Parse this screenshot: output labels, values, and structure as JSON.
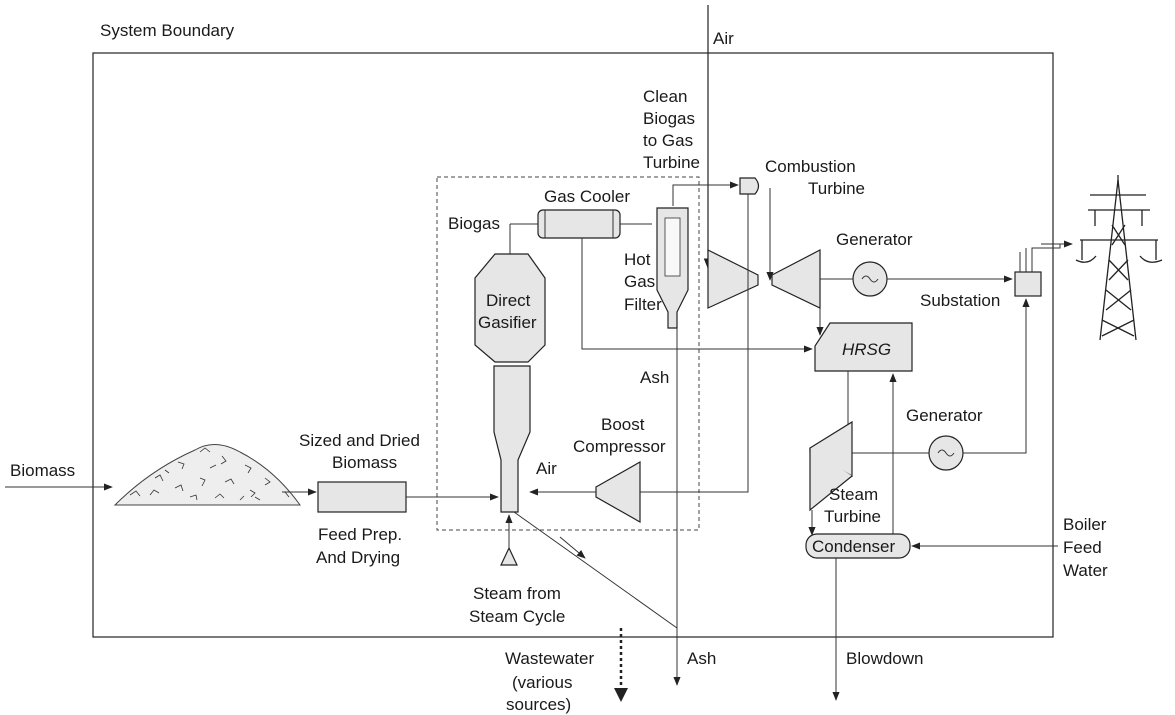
{
  "labels": {
    "system_boundary": "System Boundary",
    "air_top": "Air",
    "clean_biogas_1": "Clean",
    "clean_biogas_2": "Biogas",
    "clean_biogas_3": "to Gas",
    "clean_biogas_4": "Turbine",
    "combustion_turbine_1": "Combustion",
    "combustion_turbine_2": "Turbine",
    "gas_cooler": "Gas Cooler",
    "biogas": "Biogas",
    "hot_gas_filter_1": "Hot",
    "hot_gas_filter_2": "Gas",
    "hot_gas_filter_3": "Filter",
    "direct_gasifier_1": "Direct",
    "direct_gasifier_2": "Gasifier",
    "generator_top": "Generator",
    "substation": "Substation",
    "hrsg": "HRSG",
    "ash_mid": "Ash",
    "boost_compressor_1": "Boost",
    "boost_compressor_2": "Compressor",
    "generator_bottom": "Generator",
    "sized_dried_1": "Sized and Dried",
    "sized_dried_2": "Biomass",
    "biomass": "Biomass",
    "air_gasifier": "Air",
    "feed_prep_1": "Feed Prep.",
    "feed_prep_2": "And Drying",
    "steam_turbine_1": "Steam",
    "steam_turbine_2": "Turbine",
    "condenser": "Condenser",
    "boiler_feed_1": "Boiler",
    "boiler_feed_2": "Feed",
    "boiler_feed_3": "Water",
    "steam_cycle_1": "Steam from",
    "steam_cycle_2": "Steam Cycle",
    "wastewater_1": "Wastewater",
    "wastewater_2": "(various",
    "wastewater_3": "sources)",
    "ash_bottom": "Ash",
    "blowdown": "Blowdown"
  }
}
